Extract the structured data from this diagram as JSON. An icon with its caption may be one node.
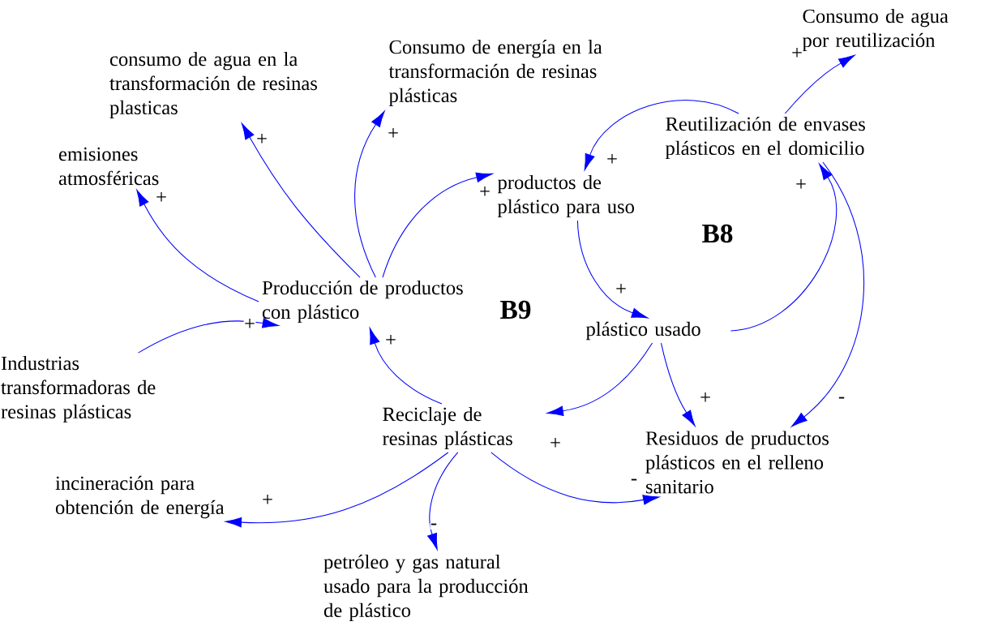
{
  "diagram": {
    "nodes": [
      {
        "text": [
          "consumo de agua en la transformación de resinas plasticas"
        ]
      },
      {
        "text": [
          "Consumo de energía en la transformación de resinas plásticas"
        ]
      },
      {
        "text": [
          "Consumo de agua por reutilización"
        ]
      },
      {
        "text": [
          "Reutilización de envases plásticos en el domicilio"
        ]
      },
      {
        "text": [
          "emisiones atmosféricas"
        ]
      },
      {
        "text": [
          "productos de plástico para uso"
        ]
      },
      {
        "text": [
          "Producción de productos con plástico"
        ]
      },
      {
        "text": [
          "plástico usado"
        ]
      },
      {
        "text": [
          "Industrias transformadoras de resinas plásticas"
        ]
      },
      {
        "text": [
          "Reciclaje de resinas plásticas"
        ]
      },
      {
        "text": [
          "Residuos de pruductos plásticos en el relleno sanitario"
        ]
      },
      {
        "text": [
          "incineración para obtención de energía"
        ]
      },
      {
        "text": [
          "petróleo y gas natural usado para la producción de plástico"
        ]
      }
    ],
    "edges": [
      {
        "from": 6,
        "to": 4,
        "arrow": "to",
        "label": "+"
      },
      {
        "from": 6,
        "to": 0,
        "arrow": "to",
        "label": "+"
      },
      {
        "from": 6,
        "to": 1,
        "arrow": "to",
        "label": "+"
      },
      {
        "from": 6,
        "to": 5,
        "arrow": "to",
        "label": "+"
      },
      {
        "from": 8,
        "to": 6,
        "arrow": "to",
        "label": "+"
      },
      {
        "from": 9,
        "to": 6,
        "arrow": "to",
        "label": "+"
      },
      {
        "from": 3,
        "to": 2,
        "arrow": "to",
        "label": "+"
      },
      {
        "from": 3,
        "to": 5,
        "arrow": "to",
        "label": "+"
      },
      {
        "from": 5,
        "to": 7,
        "arrow": "to",
        "label": "+"
      },
      {
        "from": 7,
        "to": 3,
        "arrow": "to",
        "label": "+"
      },
      {
        "from": 7,
        "to": 9,
        "arrow": "to",
        "label": "+"
      },
      {
        "from": 7,
        "to": 10,
        "arrow": "to",
        "label": "+"
      },
      {
        "from": 3,
        "to": 10,
        "arrow": "to",
        "label": "-"
      },
      {
        "from": 9,
        "to": 11,
        "arrow": "to",
        "label": "+"
      },
      {
        "from": 9,
        "to": 12,
        "arrow": "to",
        "label": "-"
      },
      {
        "from": 9,
        "to": 10,
        "arrow": "to",
        "label": "-"
      }
    ],
    "labels": [
      "B8",
      "B9"
    ]
  }
}
